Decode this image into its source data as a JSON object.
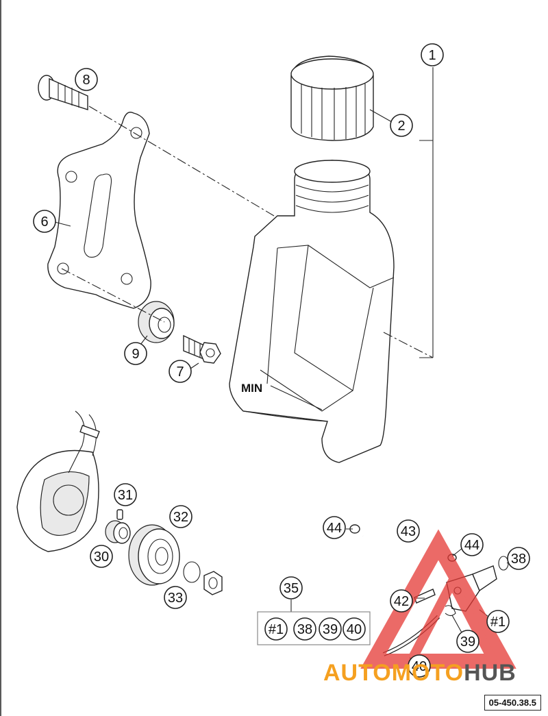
{
  "diagram": {
    "reference_code": "05-450.38.5",
    "tank_marking": "MIN",
    "callouts": [
      {
        "id": "1",
        "label": "1"
      },
      {
        "id": "2",
        "label": "2"
      },
      {
        "id": "6",
        "label": "6"
      },
      {
        "id": "7",
        "label": "7"
      },
      {
        "id": "8",
        "label": "8"
      },
      {
        "id": "9",
        "label": "9"
      },
      {
        "id": "30",
        "label": "30"
      },
      {
        "id": "31",
        "label": "31"
      },
      {
        "id": "32",
        "label": "32"
      },
      {
        "id": "33",
        "label": "33"
      },
      {
        "id": "35",
        "label": "35"
      },
      {
        "id": "38a",
        "label": "38"
      },
      {
        "id": "38b",
        "label": "38"
      },
      {
        "id": "39a",
        "label": "39"
      },
      {
        "id": "39b",
        "label": "39"
      },
      {
        "id": "40a",
        "label": "40"
      },
      {
        "id": "40b",
        "label": "40"
      },
      {
        "id": "42",
        "label": "42"
      },
      {
        "id": "43",
        "label": "43"
      },
      {
        "id": "44a",
        "label": "44"
      },
      {
        "id": "44b",
        "label": "44"
      },
      {
        "id": "h1a",
        "label": "#1"
      },
      {
        "id": "h1b",
        "label": "#1"
      }
    ]
  },
  "watermark": {
    "part1": "AUTOMOTO",
    "part2": "HUB",
    "color_primary": "#f5a020",
    "color_secondary": "#555555",
    "triangle_color": "#e53935"
  }
}
